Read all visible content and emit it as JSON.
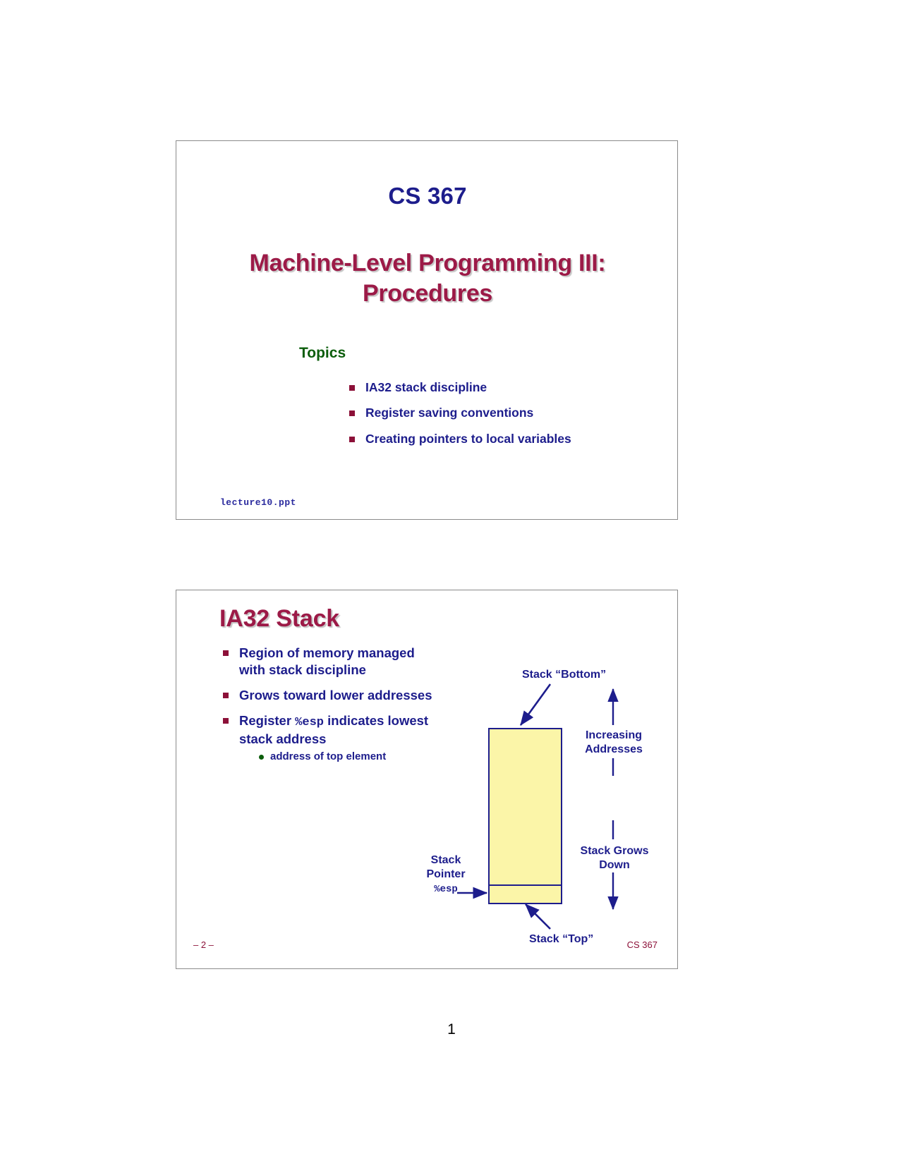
{
  "document": {
    "page_number": "1"
  },
  "slide1": {
    "course": "CS 367",
    "title": "Machine-Level Programming III:\nProcedures",
    "topics_heading": "Topics",
    "topics": [
      "IA32 stack discipline",
      "Register saving conventions",
      "Creating pointers to local variables"
    ],
    "footer_file": "lecture10.ppt"
  },
  "slide2": {
    "title": "IA32 Stack",
    "bullets": [
      {
        "text": "Region of memory managed with stack discipline"
      },
      {
        "text": "Grows toward lower addresses"
      },
      {
        "pre": "Register ",
        "code": "%esp",
        "post": " indicates lowest stack address",
        "sub": [
          "address of top element"
        ]
      }
    ],
    "diagram": {
      "label_bottom": "Stack “Bottom”",
      "label_top": "Stack “Top”",
      "label_increasing": "Increasing\nAddresses",
      "label_grows": "Stack Grows\nDown",
      "label_pointer": "Stack\nPointer",
      "label_esp": "%esp"
    },
    "page_marker": "– 2 –",
    "course_footer": "CS 367"
  },
  "colors": {
    "navy": "#1d1d8c",
    "maroon": "#9c1a47",
    "bullet_square": "#8c1038",
    "green": "#0b5d0b",
    "stack_fill": "#fbf5a8"
  }
}
